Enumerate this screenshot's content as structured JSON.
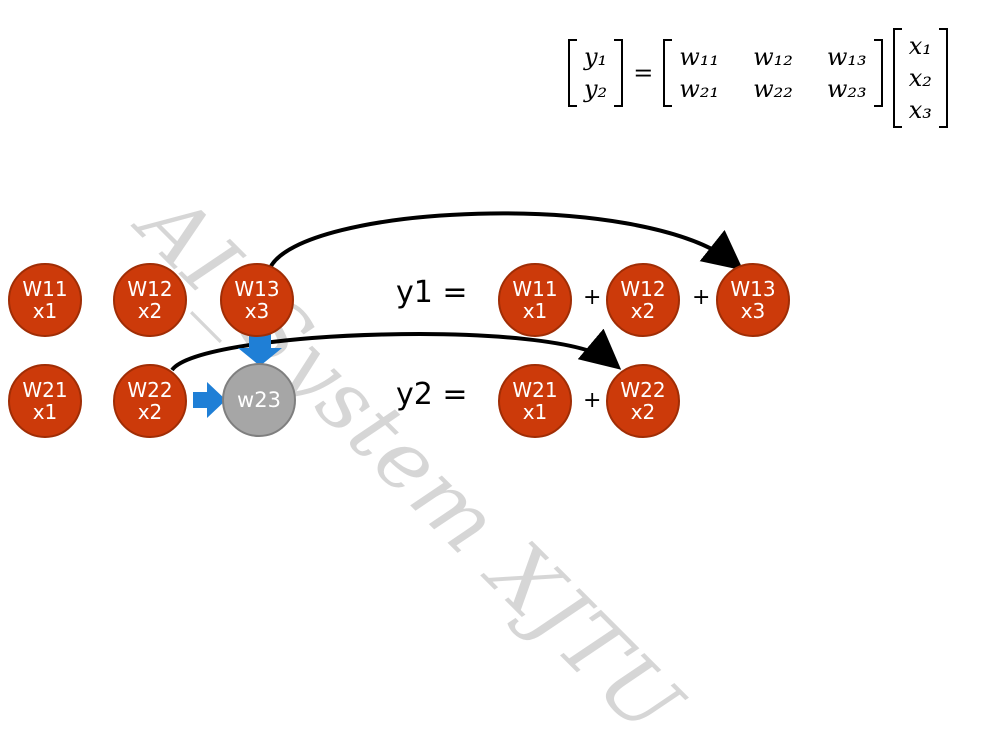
{
  "watermark": "AI_System XJTU",
  "equation": {
    "lhs": [
      "y₁",
      "y₂"
    ],
    "equals": "=",
    "weights": [
      [
        "w₁₁",
        "w₁₂",
        "w₁₃"
      ],
      [
        "w₂₁",
        "w₂₂",
        "w₂₃"
      ]
    ],
    "inputs": [
      "x₁",
      "x₂",
      "x₃"
    ]
  },
  "grid_nodes": [
    {
      "w": "W11",
      "x": "x1"
    },
    {
      "w": "W12",
      "x": "x2"
    },
    {
      "w": "W13",
      "x": "x3"
    },
    {
      "w": "W21",
      "x": "x1"
    },
    {
      "w": "W22",
      "x": "x2"
    }
  ],
  "merged_node": "w23",
  "sum1": {
    "label": "y1  =",
    "nodes": [
      {
        "w": "W11",
        "x": "x1"
      },
      {
        "w": "W12",
        "x": "x2"
      },
      {
        "w": "W13",
        "x": "x3"
      }
    ],
    "plus": "+"
  },
  "sum2": {
    "label": "y2  =",
    "nodes": [
      {
        "w": "W21",
        "x": "x1"
      },
      {
        "w": "W22",
        "x": "x2"
      }
    ],
    "plus": "+"
  },
  "colors": {
    "node_fill": "#cc3a0a",
    "merged_fill": "#a6a6a6",
    "block_arrow": "#1f7fd6",
    "curve_arrow": "#000000"
  }
}
